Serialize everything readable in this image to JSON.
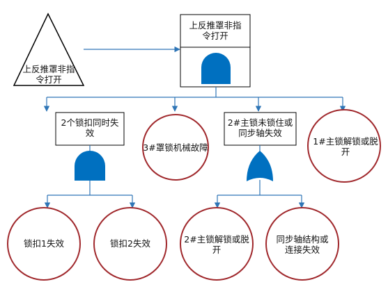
{
  "diagram": {
    "transfer_triangle": {
      "label": "上反推罩非指\n令打开"
    },
    "top_event": {
      "label": "上反推罩非指\n令打开",
      "gate": "and-gate"
    },
    "intermediate_events": [
      {
        "id": "lock-hooks-fail",
        "label": "2个锁扣同时失\n效",
        "gate": "and-gate"
      },
      {
        "id": "main-lock-not-locked",
        "label": "2#主锁未锁住或\n同步轴失效",
        "gate": "or-gate"
      }
    ],
    "basic_events": [
      {
        "id": "cover-lock-mech-failure",
        "label": "3#罩锁机械故障"
      },
      {
        "id": "main-lock1-unlock",
        "label": "1#主锁解锁或脱\n开"
      },
      {
        "id": "hook1-fail",
        "label": "锁扣1失效"
      },
      {
        "id": "hook2-fail",
        "label": "锁扣2失效"
      },
      {
        "id": "main-lock2-unlock",
        "label": "2#主锁解锁或脱\n开"
      },
      {
        "id": "sync-shaft-fail",
        "label": "同步轴结构或\n连接失效"
      }
    ],
    "colors": {
      "gate_fill": "#0070c0",
      "connector": "#2e75b6",
      "circle_stroke": "#a0282c",
      "box_stroke": "#000000"
    }
  }
}
